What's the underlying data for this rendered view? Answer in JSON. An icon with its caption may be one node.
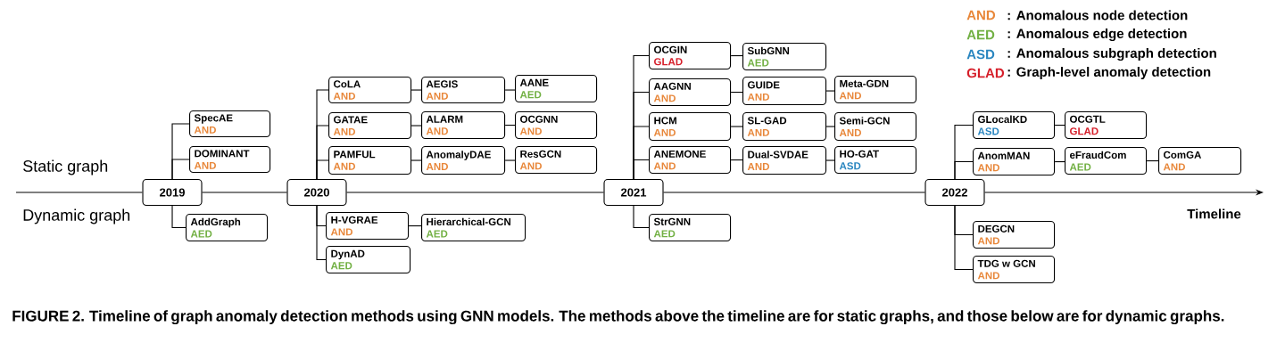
{
  "diagram": {
    "caption": "FIGURE 2. Timeline of graph anomaly detection methods using GNN models. The methods above the timeline are for static graphs, and those below are for dynamic graphs.",
    "nodes": [
      {
        "text": [
          "2019"
        ]
      },
      {
        "text": [
          "SpecAE",
          "AND"
        ]
      },
      {
        "text": [
          "DOMINANT",
          "AND"
        ]
      },
      {
        "text": [
          "AddGraph",
          "AED"
        ]
      },
      {
        "text": [
          "2020"
        ]
      },
      {
        "text": [
          "CoLA",
          "AND"
        ]
      },
      {
        "text": [
          "AEGIS",
          "AND"
        ]
      },
      {
        "text": [
          "AANE",
          "AED"
        ]
      },
      {
        "text": [
          "GATAE",
          "AND"
        ]
      },
      {
        "text": [
          "ALARM",
          "AND"
        ]
      },
      {
        "text": [
          "OCGNN",
          "AND"
        ]
      },
      {
        "text": [
          "PAMFUL",
          "AND"
        ]
      },
      {
        "text": [
          "AnomalyDAE",
          "AND"
        ]
      },
      {
        "text": [
          "ResGCN",
          "AND"
        ]
      },
      {
        "text": [
          "H-VGRAE",
          "AND"
        ]
      },
      {
        "text": [
          "Hierarchical-GCN",
          "AED"
        ]
      },
      {
        "text": [
          "DynAD",
          "AED"
        ]
      },
      {
        "text": [
          "2021"
        ]
      },
      {
        "text": [
          "OCGIN",
          "GLAD"
        ]
      },
      {
        "text": [
          "SubGNN",
          "AED"
        ]
      },
      {
        "text": [
          "AAGNN",
          "AND"
        ]
      },
      {
        "text": [
          "GUIDE",
          "AND"
        ]
      },
      {
        "text": [
          "Meta-GDN",
          "AND"
        ]
      },
      {
        "text": [
          "HCM",
          "AND"
        ]
      },
      {
        "text": [
          "SL-GAD",
          "AND"
        ]
      },
      {
        "text": [
          "Semi-GCN",
          "AND"
        ]
      },
      {
        "text": [
          "ANEMONE",
          "AND"
        ]
      },
      {
        "text": [
          "Dual-SVDAE",
          "AND"
        ]
      },
      {
        "text": [
          "HO-GAT",
          "ASD"
        ]
      },
      {
        "text": [
          "StrGNN",
          "AED"
        ]
      },
      {
        "text": [
          "2022"
        ]
      },
      {
        "text": [
          "GLocalKD",
          "ASD"
        ]
      },
      {
        "text": [
          "OCGTL",
          "GLAD"
        ]
      },
      {
        "text": [
          "AnomMAN",
          "AND"
        ]
      },
      {
        "text": [
          "eFraudCom",
          "AED"
        ]
      },
      {
        "text": [
          "ComGA",
          "AND"
        ]
      },
      {
        "text": [
          "DEGCN",
          "AND"
        ]
      },
      {
        "text": [
          "TDG w GCN",
          "AND"
        ]
      }
    ],
    "edges": [
      {
        "from": null,
        "to": 0,
        "arrow": "none"
      },
      {
        "from": 0,
        "to": 4,
        "arrow": "none"
      },
      {
        "from": 4,
        "to": 17,
        "arrow": "none"
      },
      {
        "from": 17,
        "to": 30,
        "arrow": "none"
      },
      {
        "from": 30,
        "to": null,
        "arrow": "to"
      },
      {
        "from": 0,
        "to": 1,
        "arrow": "none"
      },
      {
        "from": 0,
        "to": 2,
        "arrow": "none"
      },
      {
        "from": 0,
        "to": 3,
        "arrow": "none"
      },
      {
        "from": 4,
        "to": 5,
        "arrow": "none"
      },
      {
        "from": 5,
        "to": 6,
        "arrow": "none"
      },
      {
        "from": 6,
        "to": 7,
        "arrow": "none"
      },
      {
        "from": 4,
        "to": 8,
        "arrow": "none"
      },
      {
        "from": 8,
        "to": 9,
        "arrow": "none"
      },
      {
        "from": 9,
        "to": 10,
        "arrow": "none"
      },
      {
        "from": 4,
        "to": 11,
        "arrow": "none"
      },
      {
        "from": 11,
        "to": 12,
        "arrow": "none"
      },
      {
        "from": 12,
        "to": 13,
        "arrow": "none"
      },
      {
        "from": 4,
        "to": 14,
        "arrow": "none"
      },
      {
        "from": 14,
        "to": 15,
        "arrow": "none"
      },
      {
        "from": 4,
        "to": 16,
        "arrow": "none"
      },
      {
        "from": 17,
        "to": 18,
        "arrow": "none"
      },
      {
        "from": 18,
        "to": 19,
        "arrow": "none"
      },
      {
        "from": 17,
        "to": 20,
        "arrow": "none"
      },
      {
        "from": 20,
        "to": 21,
        "arrow": "none"
      },
      {
        "from": 21,
        "to": 22,
        "arrow": "none"
      },
      {
        "from": 17,
        "to": 23,
        "arrow": "none"
      },
      {
        "from": 23,
        "to": 24,
        "arrow": "none"
      },
      {
        "from": 24,
        "to": 25,
        "arrow": "none"
      },
      {
        "from": 17,
        "to": 26,
        "arrow": "none"
      },
      {
        "from": 26,
        "to": 27,
        "arrow": "none"
      },
      {
        "from": 27,
        "to": 28,
        "arrow": "none"
      },
      {
        "from": 17,
        "to": 29,
        "arrow": "none"
      },
      {
        "from": 30,
        "to": 31,
        "arrow": "none"
      },
      {
        "from": 31,
        "to": 32,
        "arrow": "none"
      },
      {
        "from": 30,
        "to": 33,
        "arrow": "none"
      },
      {
        "from": 33,
        "to": 34,
        "arrow": "none"
      },
      {
        "from": 34,
        "to": 35,
        "arrow": "none"
      },
      {
        "from": 30,
        "to": 36,
        "arrow": "none"
      },
      {
        "from": 30,
        "to": 37,
        "arrow": "none"
      }
    ],
    "labels": [
      "AND",
      "AED",
      "ASD",
      "GLAD",
      "Static graph",
      "Dynamic graph",
      "Timeline"
    ],
    "legend": [
      {
        "text": ": Anomalous node detection",
        "color": "#e8873a"
      },
      {
        "text": ": Anomalous edge detection",
        "color": "#72b043"
      },
      {
        "text": ": Anomalous subgraph detection",
        "color": "#2a86c0"
      },
      {
        "text": ": Graph-level anomaly detection",
        "color": "#d61f2a"
      }
    ]
  }
}
